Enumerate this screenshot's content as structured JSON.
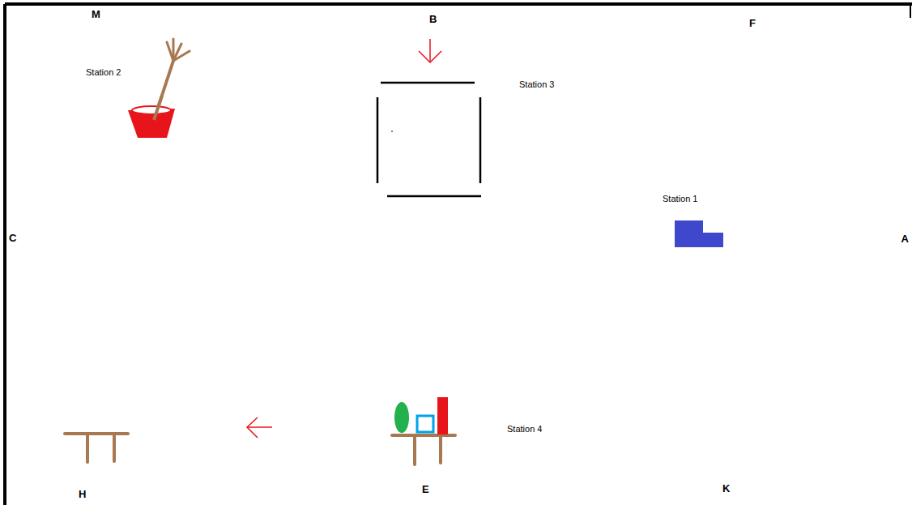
{
  "diagram": {
    "labels": [
      "M",
      "B",
      "F",
      "Station 2",
      "Station 3",
      "Station 1",
      "C",
      "A",
      "Station 4",
      "H",
      "E",
      "K"
    ]
  }
}
